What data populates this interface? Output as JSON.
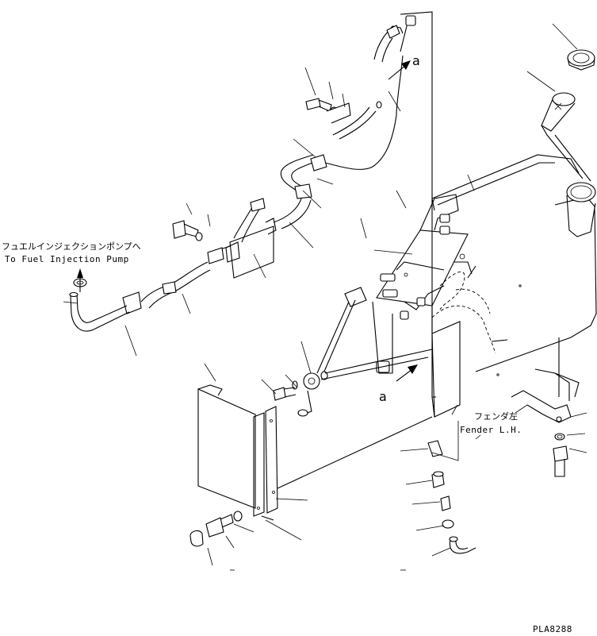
{
  "labels": {
    "fuel_pump_jp": "フュエルインジェクションポンプへ",
    "fuel_pump_en": "To Fuel Injection Pump",
    "view_a_top": "a",
    "view_a_bottom": "a",
    "fender_jp": "フェンダ左",
    "fender_en": "Fender L.H.",
    "drawing_no": "PLA8288"
  }
}
